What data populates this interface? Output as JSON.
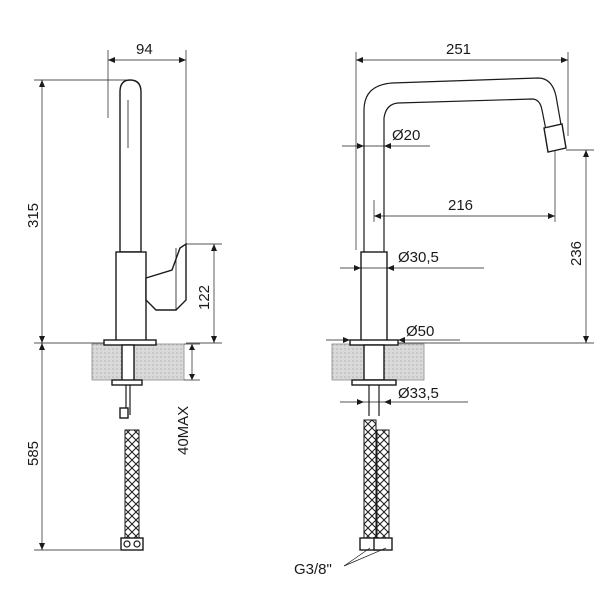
{
  "dimensions": {
    "side_width": "94",
    "side_height": "315",
    "side_lever_height": "122",
    "side_below_height": "585",
    "side_mount_thickness": "40MAX",
    "front_width": "251",
    "front_spout_dia": "Ø20",
    "front_reach": "216",
    "front_height": "236",
    "front_body_dia": "Ø30,5",
    "front_base_dia": "Ø50",
    "front_shank_dia": "Ø33,5",
    "thread": "G3/8\""
  }
}
